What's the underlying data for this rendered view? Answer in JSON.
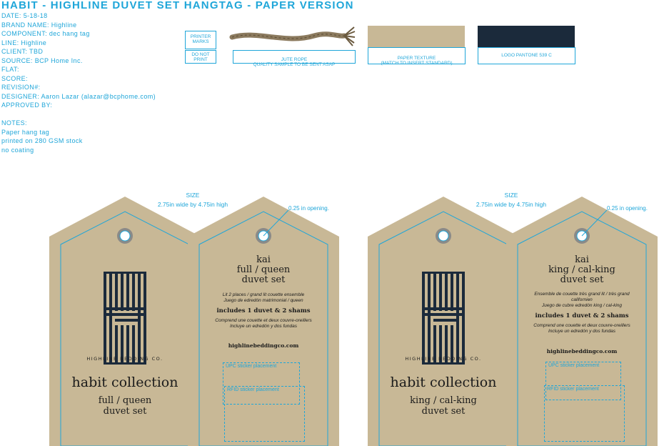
{
  "title": "HABIT - HIGHLINE DUVET SET HANGTAG - PAPER VERSION",
  "specs": [
    "DATE: 5-18-18",
    "BRAND NAME: Highline",
    "COMPONENT: dec hang tag",
    "LINE: Highline",
    "CLIENT: TBD",
    "SOURCE: BCP Home Inc.",
    "FLAT:",
    "SCORE:",
    "REVISION#:",
    "DESIGNER: Aaron Lazar (alazar@bcphome.com)",
    "APPROVED BY:"
  ],
  "notes": [
    "NOTES:",
    "Paper hang tag",
    "printed on 280 GSM stock",
    "no coating"
  ],
  "legend": {
    "printer_marks": "PRINTER MARKS",
    "do_not_print": "DO NOT PRINT",
    "jute": "JUTE ROPE\nQUALITY SAMPLE TO BE SENT ASAP",
    "paper": "PAPER TEXTURE\n(MATCH TO INSERT STANDARD)",
    "logo": "LOGO PANTONE 539 C"
  },
  "colors": {
    "accent": "#1fa6d9",
    "kraft": "#c8b896",
    "navy": "#1b2a3b",
    "rope": "#8b7a5e"
  },
  "tag_left": {
    "size_title": "SIZE",
    "size_desc": "2.75in wide by 4.75in high",
    "opening": "0.25 in opening.",
    "brand": "HIGHLINE BEDDING CO.",
    "collection": "habit collection",
    "front_size": "full / queen",
    "front_type": "duvet set",
    "back_name": "kai",
    "back_size": "full / queen",
    "back_type": "duvet set",
    "fr_desc": "Lit 2 places / grand lit couette ensemble",
    "es_desc": "Juego de edredón matrimonial / queen",
    "includes": "includes 1 duvet & 2 shams",
    "fr_inc": "Comprend une couette et deux couvre-oreillers",
    "es_inc": "Incluye un edredón y dos fundas",
    "url": "highlinebeddingco.com",
    "upc": "UPC sticker placement",
    "rfid": "RFID sticker placement"
  },
  "tag_right": {
    "size_title": "SIZE",
    "size_desc": "2.75in wide by 4.75in high",
    "opening": "0.25 in opening.",
    "brand": "HIGHLINE BEDDING CO.",
    "collection": "habit collection",
    "front_size": "king / cal-king",
    "front_type": "duvet set",
    "back_name": "kai",
    "back_size": "king / cal-king",
    "back_type": "duvet set",
    "fr_desc": "Ensemble de couette très grand lit / très grand californien",
    "es_desc": "Juego de cubre edredón king / cal-king",
    "includes": "includes 1 duvet & 2 shams",
    "fr_inc": "Comprend une couette et deux couvre-oreillers",
    "es_inc": "Incluye un edredón y dos fundas",
    "url": "highlinebeddingco.com",
    "upc": "UPC sticker placement",
    "rfid": "RFID sticker placement"
  }
}
